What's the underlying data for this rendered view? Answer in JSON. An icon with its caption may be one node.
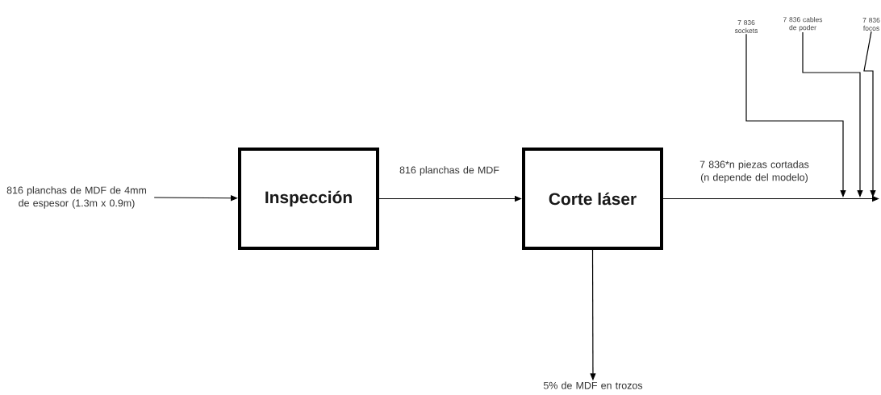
{
  "diagram": {
    "nodes": [
      {
        "text": [
          "816 planchas de MDF de 4mm de espesor (1.3m x 0.9m)"
        ]
      },
      {
        "text": [
          "Inspección"
        ]
      },
      {
        "text": [
          "Corte láser"
        ]
      },
      {
        "text": [
          "5% de MDF en trozos"
        ]
      },
      {
        "text": [
          "7 836 sockets"
        ]
      },
      {
        "text": [
          "7 836 cables de poder"
        ]
      },
      {
        "text": [
          "7 836 focos"
        ]
      }
    ],
    "edges": [
      {
        "from": 0,
        "to": 1,
        "arrow": "to"
      },
      {
        "from": 1,
        "to": 2,
        "arrow": "to",
        "label": "816 planchas de MDF"
      },
      {
        "from": 2,
        "to": 3,
        "arrow": "to"
      },
      {
        "from": 2,
        "to": null,
        "arrow": "to",
        "label": "7 836*n piezas cortadas (n depende del modelo)"
      },
      {
        "from": 4,
        "to": null,
        "arrow": "to"
      },
      {
        "from": 5,
        "to": null,
        "arrow": "to"
      },
      {
        "from": 6,
        "to": null,
        "arrow": "to"
      }
    ]
  }
}
